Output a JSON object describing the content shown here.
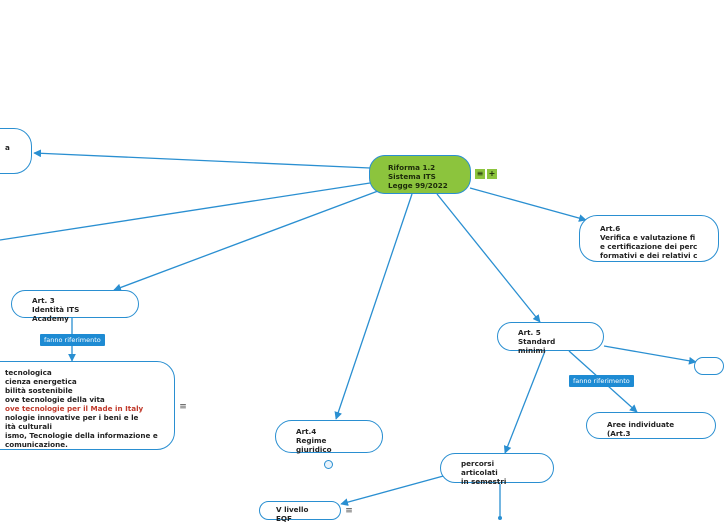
{
  "central": {
    "lines": [
      "Riforma 1.2",
      "Sistema ITS",
      "Legge 99/2022"
    ]
  },
  "nodes": {
    "left_partial": "a\n\n",
    "art3": "Art. 3\nIdentità ITS Academy",
    "areas": {
      "lines": [
        "tecnologica",
        "cienza energetica",
        "bilità sostenibile",
        "ove tecnologie della vita"
      ],
      "red_line": "ove tecnologie per il Made in Italy",
      "rest_lines": [
        "nologie innovative per i beni e le",
        "ità culturali",
        "ismo, Tecnologie della informazione e",
        "comunicazione."
      ]
    },
    "art4": "Art.4\nRegime giuridico",
    "art5": "Art. 5\nStandard minimi",
    "art6": "Art.6\nVerifica e valutazione fi\ne certificazione dei perc\nformativi e dei relativi c",
    "aree": "Aree individuate (Art.3",
    "percorsi": "percorsi articolati\nin semestri",
    "eqf": "V livello EQF"
  },
  "tags": {
    "fanno1": "fanno riferimento",
    "fanno2": "fanno riferimento"
  },
  "icons": {
    "list": "≡",
    "add": "+",
    "note": "≡"
  },
  "colors": {
    "edge": "#2a8fd1",
    "central_fill": "#8cc43d",
    "tag_fill": "#1e8bd3",
    "highlight_text": "#c0392b"
  }
}
